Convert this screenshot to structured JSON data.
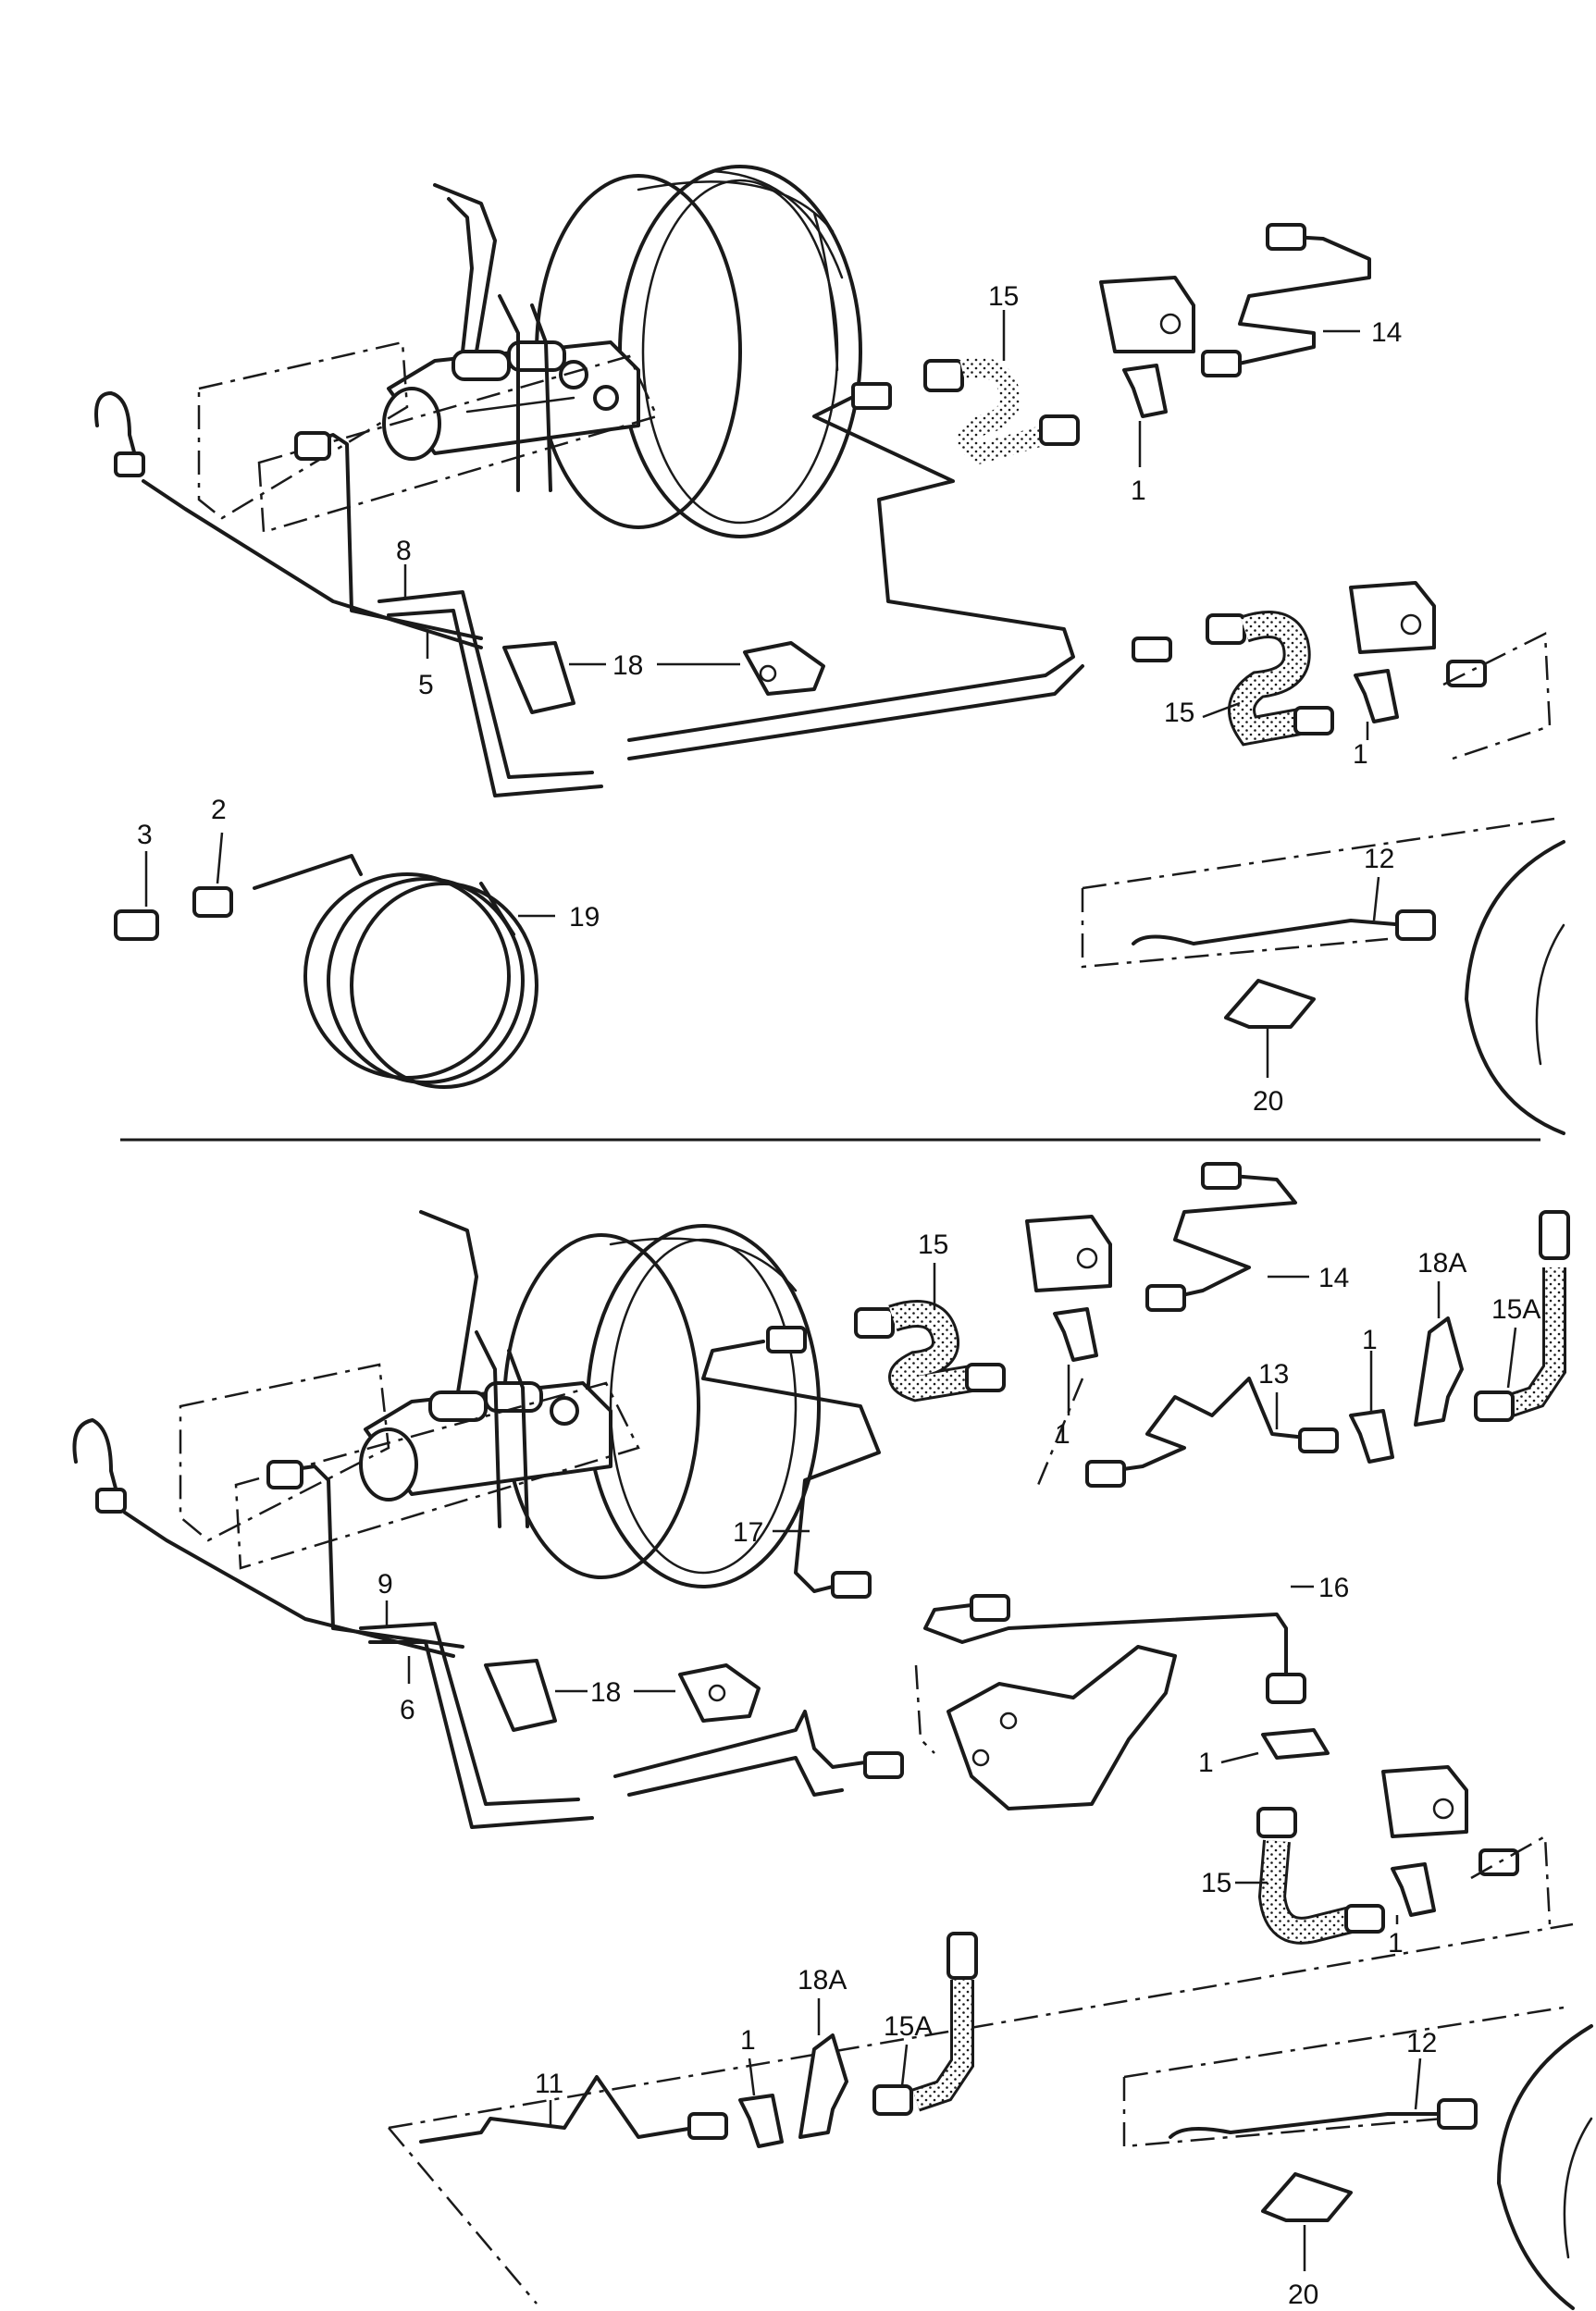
{
  "colors": {
    "line": "#1a1a1a",
    "background": "#ffffff"
  },
  "sections": [
    {
      "name": "upper",
      "callouts": [
        "15",
        "14",
        "1",
        "8",
        "5",
        "18",
        "15",
        "1",
        "3",
        "2",
        "19",
        "12",
        "20"
      ]
    },
    {
      "name": "lower",
      "callouts": [
        "15",
        "14",
        "18A",
        "15A",
        "1",
        "13",
        "1",
        "17",
        "16",
        "9",
        "6",
        "18",
        "1",
        "15",
        "1",
        "18A",
        "15A",
        "11",
        "1",
        "12",
        "20"
      ]
    }
  ],
  "labels": {
    "u15a": "15",
    "u14": "14",
    "u1a": "1",
    "u8": "8",
    "u5": "5",
    "u18": "18",
    "u15b": "15",
    "u1b": "1",
    "u3": "3",
    "u2": "2",
    "u19": "19",
    "u12": "12",
    "u20": "20",
    "l15a": "15",
    "l14": "14",
    "l18A": "18A",
    "l15A": "15A",
    "l1a": "1",
    "l13": "13",
    "l1b": "1",
    "l17": "17",
    "l16": "16",
    "l9": "9",
    "l6": "6",
    "l18": "18",
    "l1c": "1",
    "l15b": "15",
    "l1d": "1",
    "l18Ab": "18A",
    "l15Ab": "15A",
    "l11": "11",
    "l1e": "1",
    "l12": "12",
    "l20": "20"
  }
}
